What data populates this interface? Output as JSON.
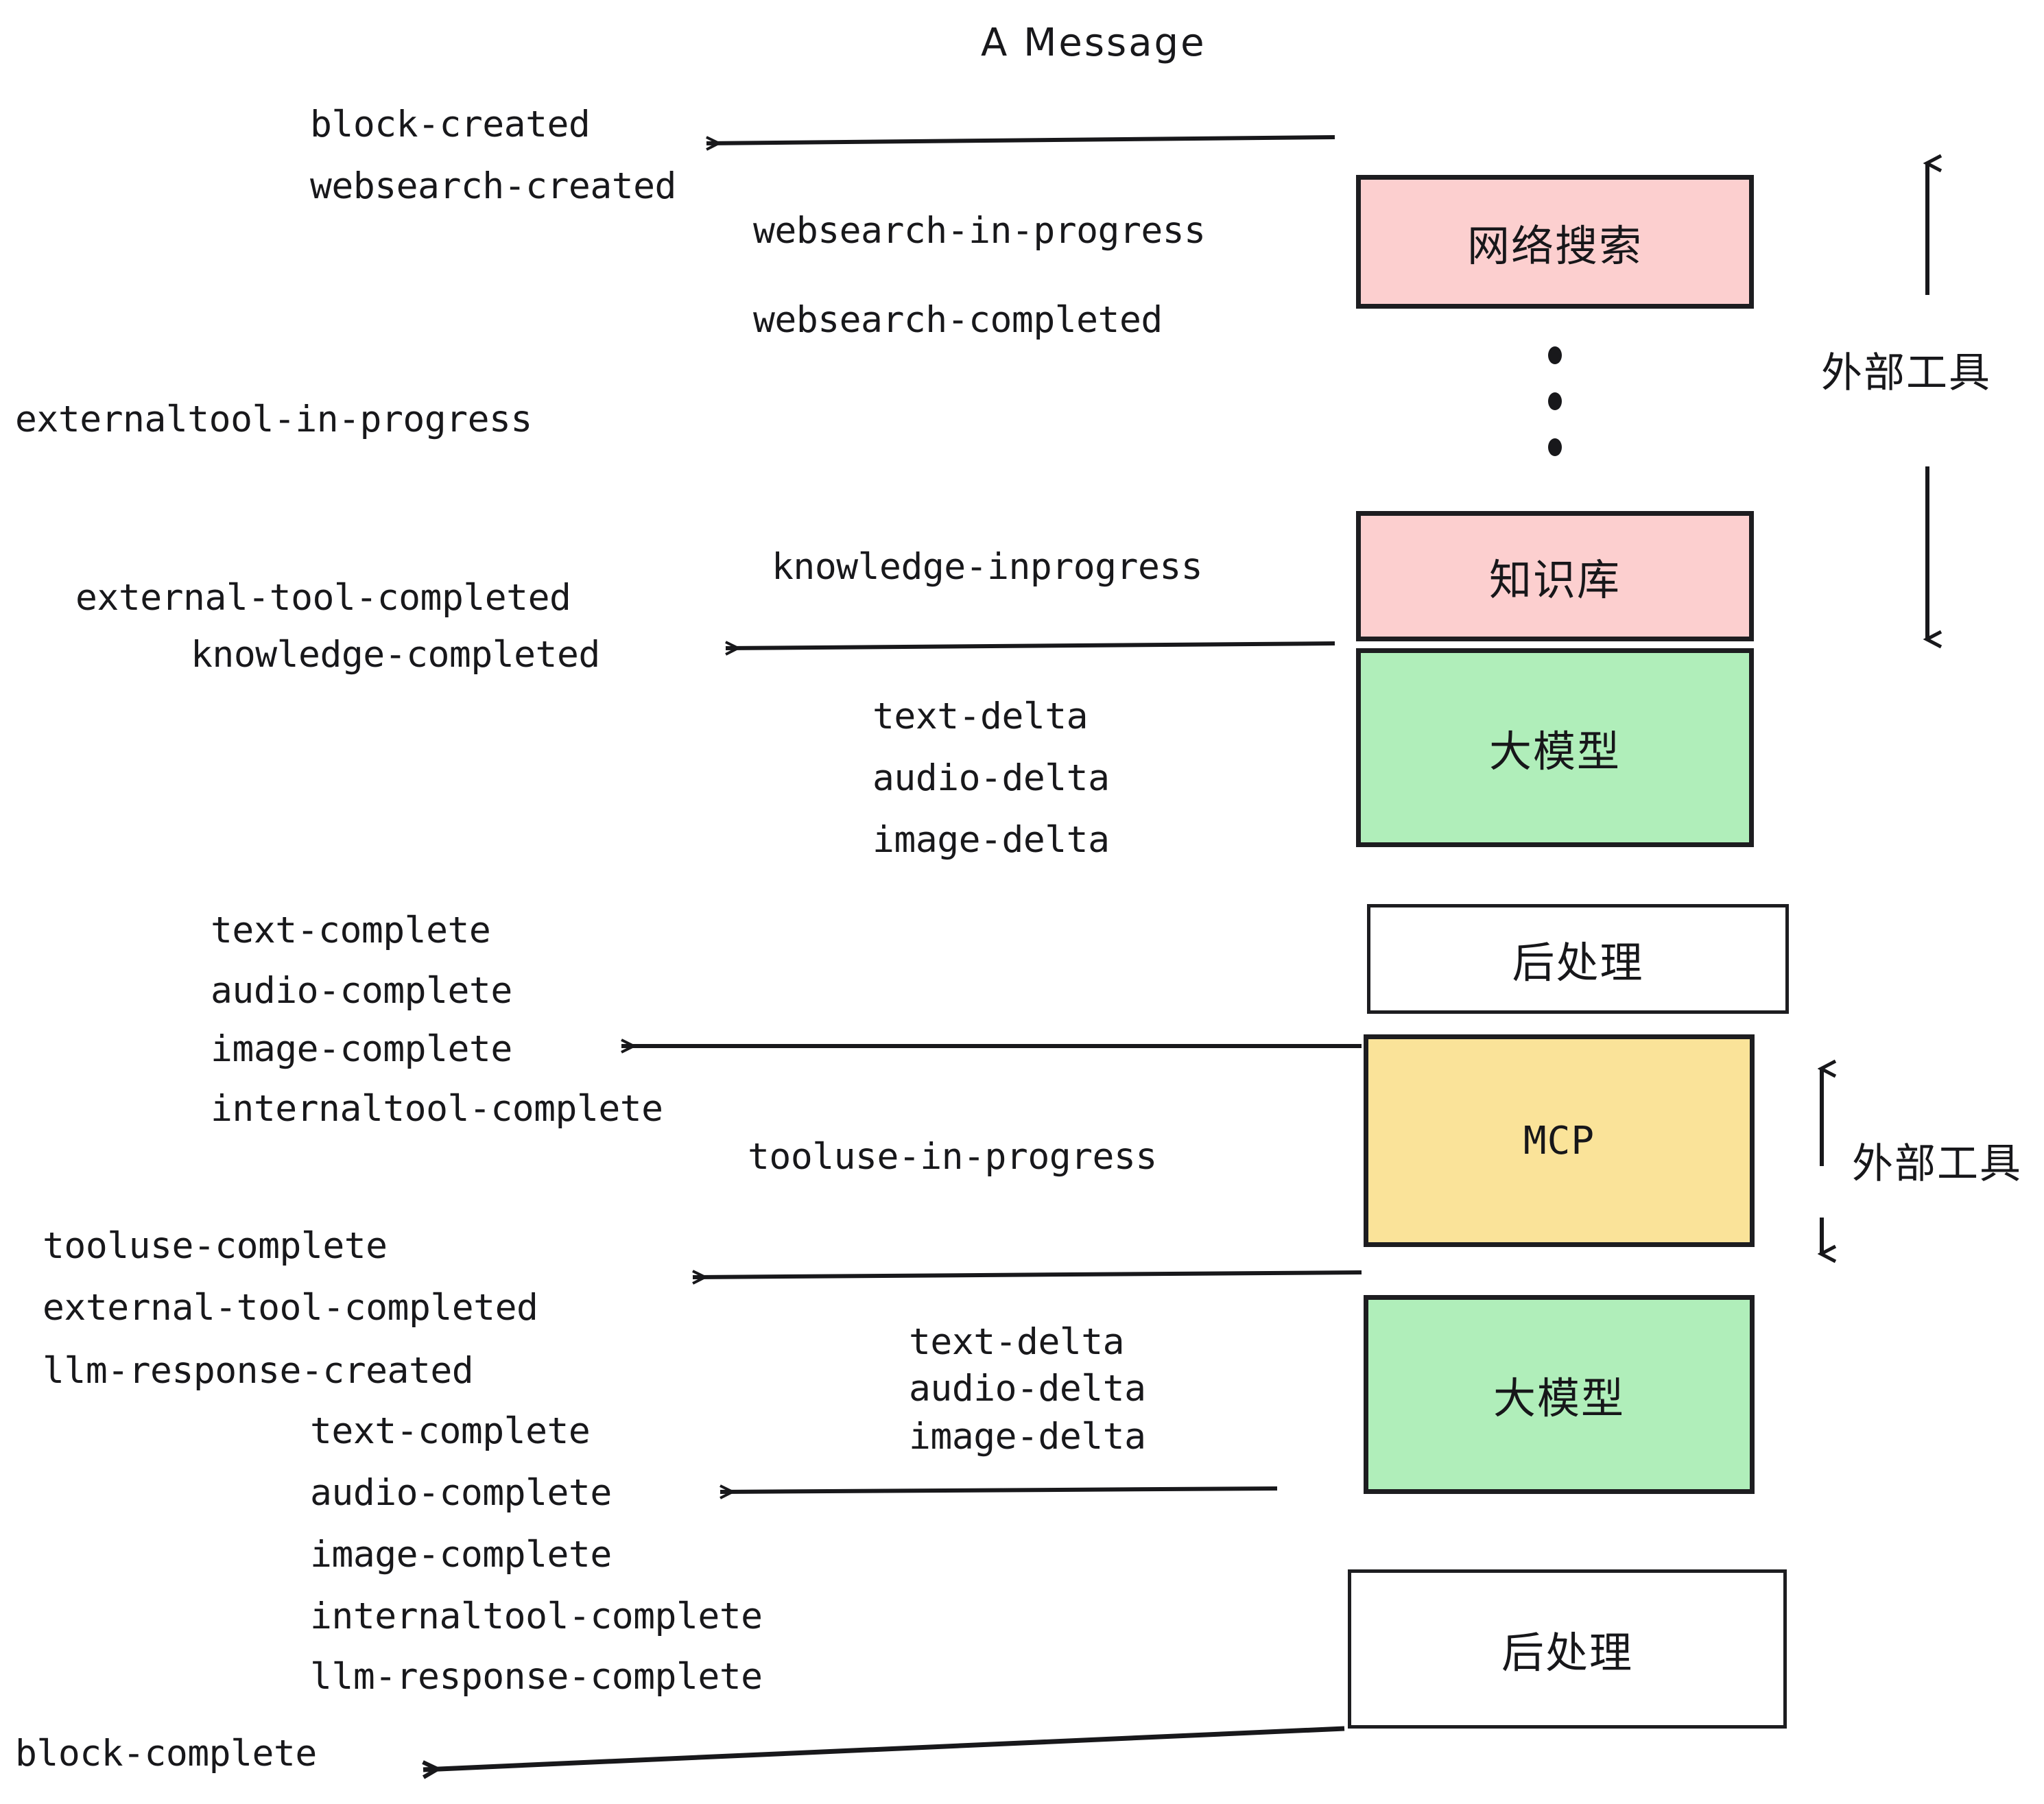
{
  "diagram": {
    "title": "A Message",
    "colors": {
      "pink": "#fccfcf",
      "green": "#b0eeba",
      "yellow": "#fae399",
      "white": "#ffffff",
      "stroke": "#1d1d20",
      "text": "#17171a"
    },
    "boxes": [
      {
        "id": "websearch",
        "label": "网络搜索",
        "fill": "#fccfcf"
      },
      {
        "id": "knowledgebase",
        "label": "知识库",
        "fill": "#fccfcf"
      },
      {
        "id": "llm-1",
        "label": "大模型",
        "fill": "#b0eeba"
      },
      {
        "id": "postprocess-1",
        "label": "后处理",
        "fill": "#ffffff"
      },
      {
        "id": "mcp",
        "label": "MCP",
        "fill": "#fae399"
      },
      {
        "id": "llm-2",
        "label": "大模型",
        "fill": "#b0eeba"
      },
      {
        "id": "postprocess-2",
        "label": "后处理",
        "fill": "#ffffff"
      }
    ],
    "side_annotations": [
      {
        "id": "external-tools-top",
        "label": "外部工具"
      },
      {
        "id": "external-tools-bottom",
        "label": "外部工具"
      }
    ],
    "events": {
      "block_created": "block-created",
      "websearch_created": "websearch-created",
      "websearch_in_progress": "websearch-in-progress",
      "websearch_completed": "websearch-completed",
      "externaltool_in_progress": "externaltool-in-progress",
      "knowledge_inprogress": "knowledge-inprogress",
      "external_tool_completed_1": "external-tool-completed",
      "knowledge_completed": "knowledge-completed",
      "text_delta_1": "text-delta",
      "audio_delta_1": "audio-delta",
      "image_delta_1": "image-delta",
      "text_complete_1": "text-complete",
      "audio_complete_1": "audio-complete",
      "image_complete_1": "image-complete",
      "internaltool_complete_1": "internaltool-complete",
      "tooluse_in_progress": "tooluse-in-progress",
      "tooluse_complete": "tooluse-complete",
      "external_tool_completed_2": "external-tool-completed",
      "llm_response_created": "llm-response-created",
      "text_delta_2": "text-delta",
      "audio_delta_2": "audio-delta",
      "image_delta_2": "image-delta",
      "text_complete_2": "text-complete",
      "audio_complete_2": "audio-complete",
      "image_complete_2": "image-complete",
      "internaltool_complete_2": "internaltool-complete",
      "llm_response_complete": "llm-response-complete",
      "block_complete": "block-complete"
    }
  }
}
